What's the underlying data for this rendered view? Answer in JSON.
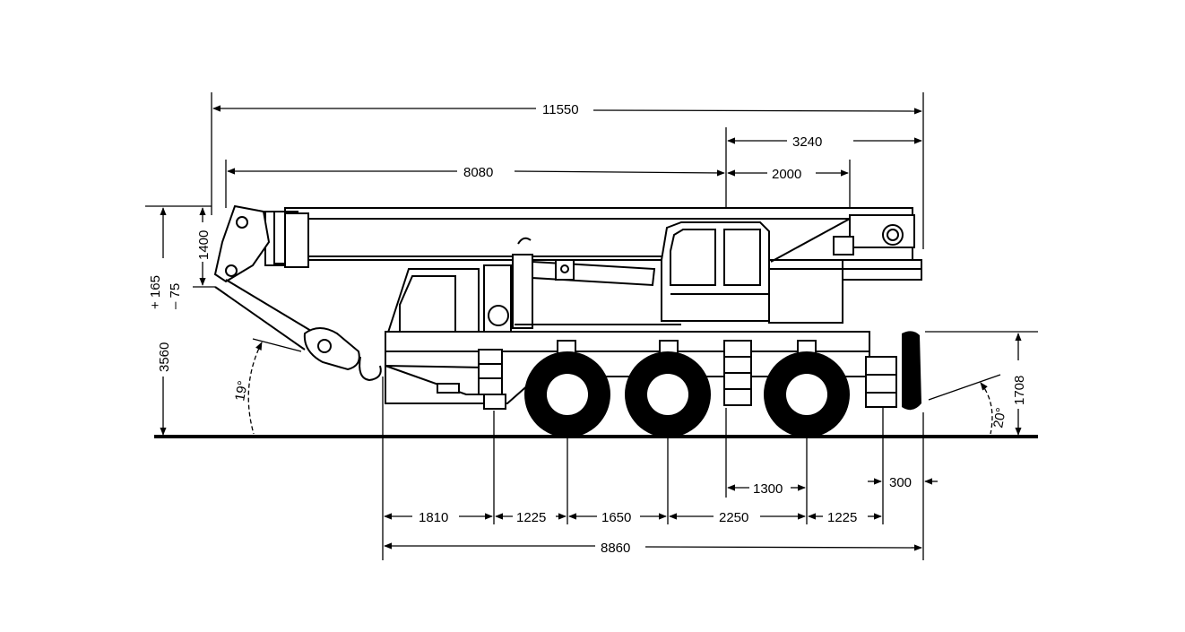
{
  "dimensions": {
    "overall_length": "11550",
    "rear_overhang_top": "3240",
    "boom_front_length": "8080",
    "boom_rear_length": "2000",
    "boom_height": "1400",
    "total_height": "3560",
    "height_plus": "+ 165",
    "height_minus": "– 75",
    "front_angle": "19°",
    "rear_angle": "20°",
    "rear_height": "1708",
    "axle_spacing_1": "1810",
    "axle_spacing_2": "1225",
    "axle_spacing_3": "1650",
    "axle_spacing_4": "2250",
    "axle_spacing_5": "1225",
    "outrigger_offset": "1300",
    "rear_clearance": "300",
    "chassis_length": "8860"
  }
}
